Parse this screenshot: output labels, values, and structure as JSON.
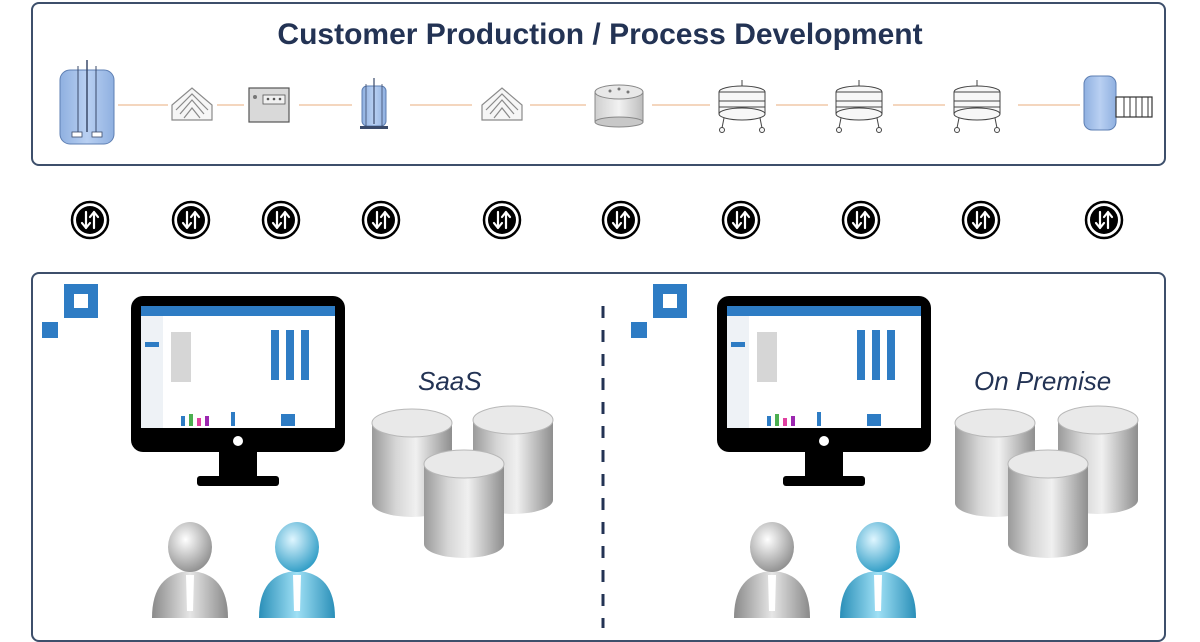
{
  "title": "Customer Production / Process Development",
  "deployments": {
    "saas_label": "SaaS",
    "on_premise_label": "On Premise"
  },
  "colors": {
    "navy": "#233354",
    "accent_blue": "#2e7cc4",
    "vessel_blue": "#a9c4ea",
    "arrow_orange": "#f0c8a8",
    "db_gray": "#c8c8c8"
  },
  "icons": {
    "process_steps": [
      "bioreactor-icon",
      "filter-icon",
      "control-unit-icon",
      "small-bioreactor-icon",
      "filter-icon",
      "centrifuge-icon",
      "cart-tank-icon",
      "cart-tank-icon",
      "cart-tank-icon",
      "storage-tank-icon"
    ],
    "sync": "sync-arrows-icon",
    "brand": "brand-logo-icon",
    "monitor": "monitor-icon",
    "database": "database-icon",
    "user_gray": "user-gray-icon",
    "user_blue": "user-blue-icon"
  }
}
